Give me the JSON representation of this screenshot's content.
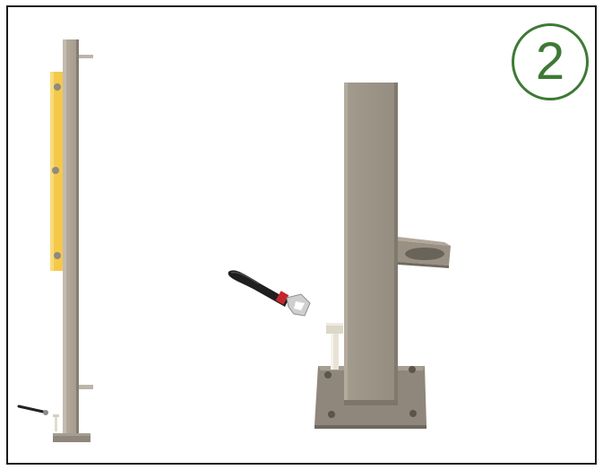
{
  "step": {
    "number": "2",
    "badge_color": "#3d7a34"
  },
  "components": [
    {
      "name": "post-side-view",
      "color": "#9e9488"
    },
    {
      "name": "mounting-bracket",
      "color": "#f3cb4a"
    },
    {
      "name": "post-front-view",
      "color": "#a2998d"
    },
    {
      "name": "base-plate",
      "color": "#8f877c"
    },
    {
      "name": "anchor-bolt",
      "color": "#e8e3d6"
    },
    {
      "name": "adjustable-wrench",
      "color": "#222222"
    }
  ],
  "frame": {
    "border_color": "#1a1a1a"
  }
}
